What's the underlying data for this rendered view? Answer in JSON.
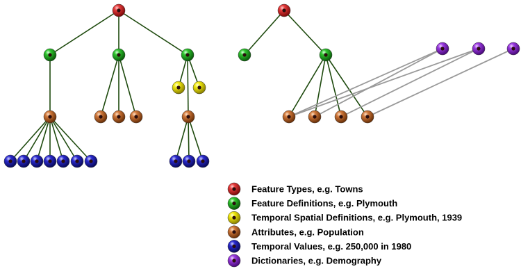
{
  "colors": {
    "feature_type": "#cc1a1a",
    "feature_definition": "#22aa22",
    "temporal_spatial_definition": "#e0d800",
    "attribute": "#c06a22",
    "temporal_value": "#1a1aa6",
    "dictionary": "#8a2ad0",
    "tree_edge": "#1e4a0e",
    "dictionary_edge": "#9a9a9a",
    "node_dot": "#2a0d0d"
  },
  "legend": [
    {
      "kind": "feature_type",
      "label": "Feature Types, e.g. Towns"
    },
    {
      "kind": "feature_definition",
      "label": "Feature Definitions, e.g. Plymouth"
    },
    {
      "kind": "temporal_spatial_definition",
      "label": "Temporal Spatial Definitions, e.g. Plymouth, 1939"
    },
    {
      "kind": "attribute",
      "label": "Attributes, e.g. Population"
    },
    {
      "kind": "temporal_value",
      "label": "Temporal Values, e.g. 250,000 in 1980"
    },
    {
      "kind": "dictionary",
      "label": "Dictionaries, e.g. Demography"
    }
  ],
  "trees": [
    {
      "kind": "feature_type",
      "children": [
        {
          "kind": "feature_definition",
          "children": [
            {
              "kind": "attribute",
              "children": [
                {
                  "kind": "temporal_value"
                },
                {
                  "kind": "temporal_value"
                },
                {
                  "kind": "temporal_value"
                },
                {
                  "kind": "temporal_value"
                },
                {
                  "kind": "temporal_value"
                },
                {
                  "kind": "temporal_value"
                },
                {
                  "kind": "temporal_value"
                }
              ]
            }
          ]
        },
        {
          "kind": "feature_definition",
          "children": [
            {
              "kind": "attribute"
            },
            {
              "kind": "attribute"
            },
            {
              "kind": "attribute"
            }
          ]
        },
        {
          "kind": "feature_definition",
          "children": [
            {
              "kind": "temporal_spatial_definition"
            },
            {
              "kind": "temporal_spatial_definition"
            },
            {
              "kind": "attribute",
              "children": [
                {
                  "kind": "temporal_value"
                },
                {
                  "kind": "temporal_value"
                },
                {
                  "kind": "temporal_value"
                }
              ]
            }
          ]
        }
      ]
    },
    {
      "kind": "feature_type",
      "children": [
        {
          "kind": "feature_definition"
        },
        {
          "kind": "feature_definition",
          "children": [
            {
              "kind": "attribute"
            },
            {
              "kind": "attribute"
            },
            {
              "kind": "attribute"
            },
            {
              "kind": "attribute"
            }
          ]
        }
      ]
    },
    {
      "kind": "dictionary"
    },
    {
      "kind": "dictionary"
    },
    {
      "kind": "dictionary"
    }
  ],
  "dictionary_links": [
    {
      "dictionary": 1,
      "attribute": 1
    },
    {
      "dictionary": 1,
      "attribute": 2
    },
    {
      "dictionary": 2,
      "attribute": 1
    },
    {
      "dictionary": 2,
      "attribute": 3
    },
    {
      "dictionary": 3,
      "attribute": 4
    }
  ]
}
